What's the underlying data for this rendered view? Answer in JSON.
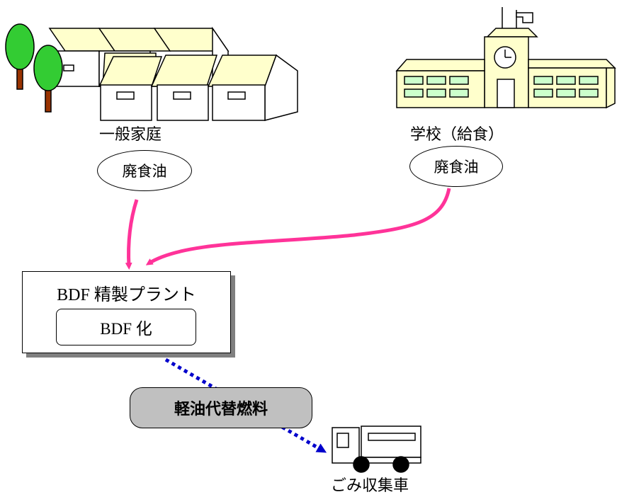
{
  "sources": {
    "household": {
      "label": "一般家庭",
      "oil_label": "廃食油"
    },
    "school": {
      "label": "学校（給食）",
      "oil_label": "廃食油"
    }
  },
  "plant": {
    "title": "BDF 精製プラント",
    "process": "BDF 化"
  },
  "fuel": {
    "label": "軽油代替燃料"
  },
  "vehicle": {
    "label": "ごみ収集車"
  },
  "colors": {
    "oil_arrow": "#ff3399",
    "fuel_arrow": "#0000cc",
    "house_roof": "#ffffcc",
    "school_wall": "#ffffcc",
    "school_window": "#ccffcc",
    "tree_leaves": "#33cc33",
    "tree_trunk": "#993300",
    "fuel_box": "#c0c0c0",
    "shadow": "#808080"
  }
}
